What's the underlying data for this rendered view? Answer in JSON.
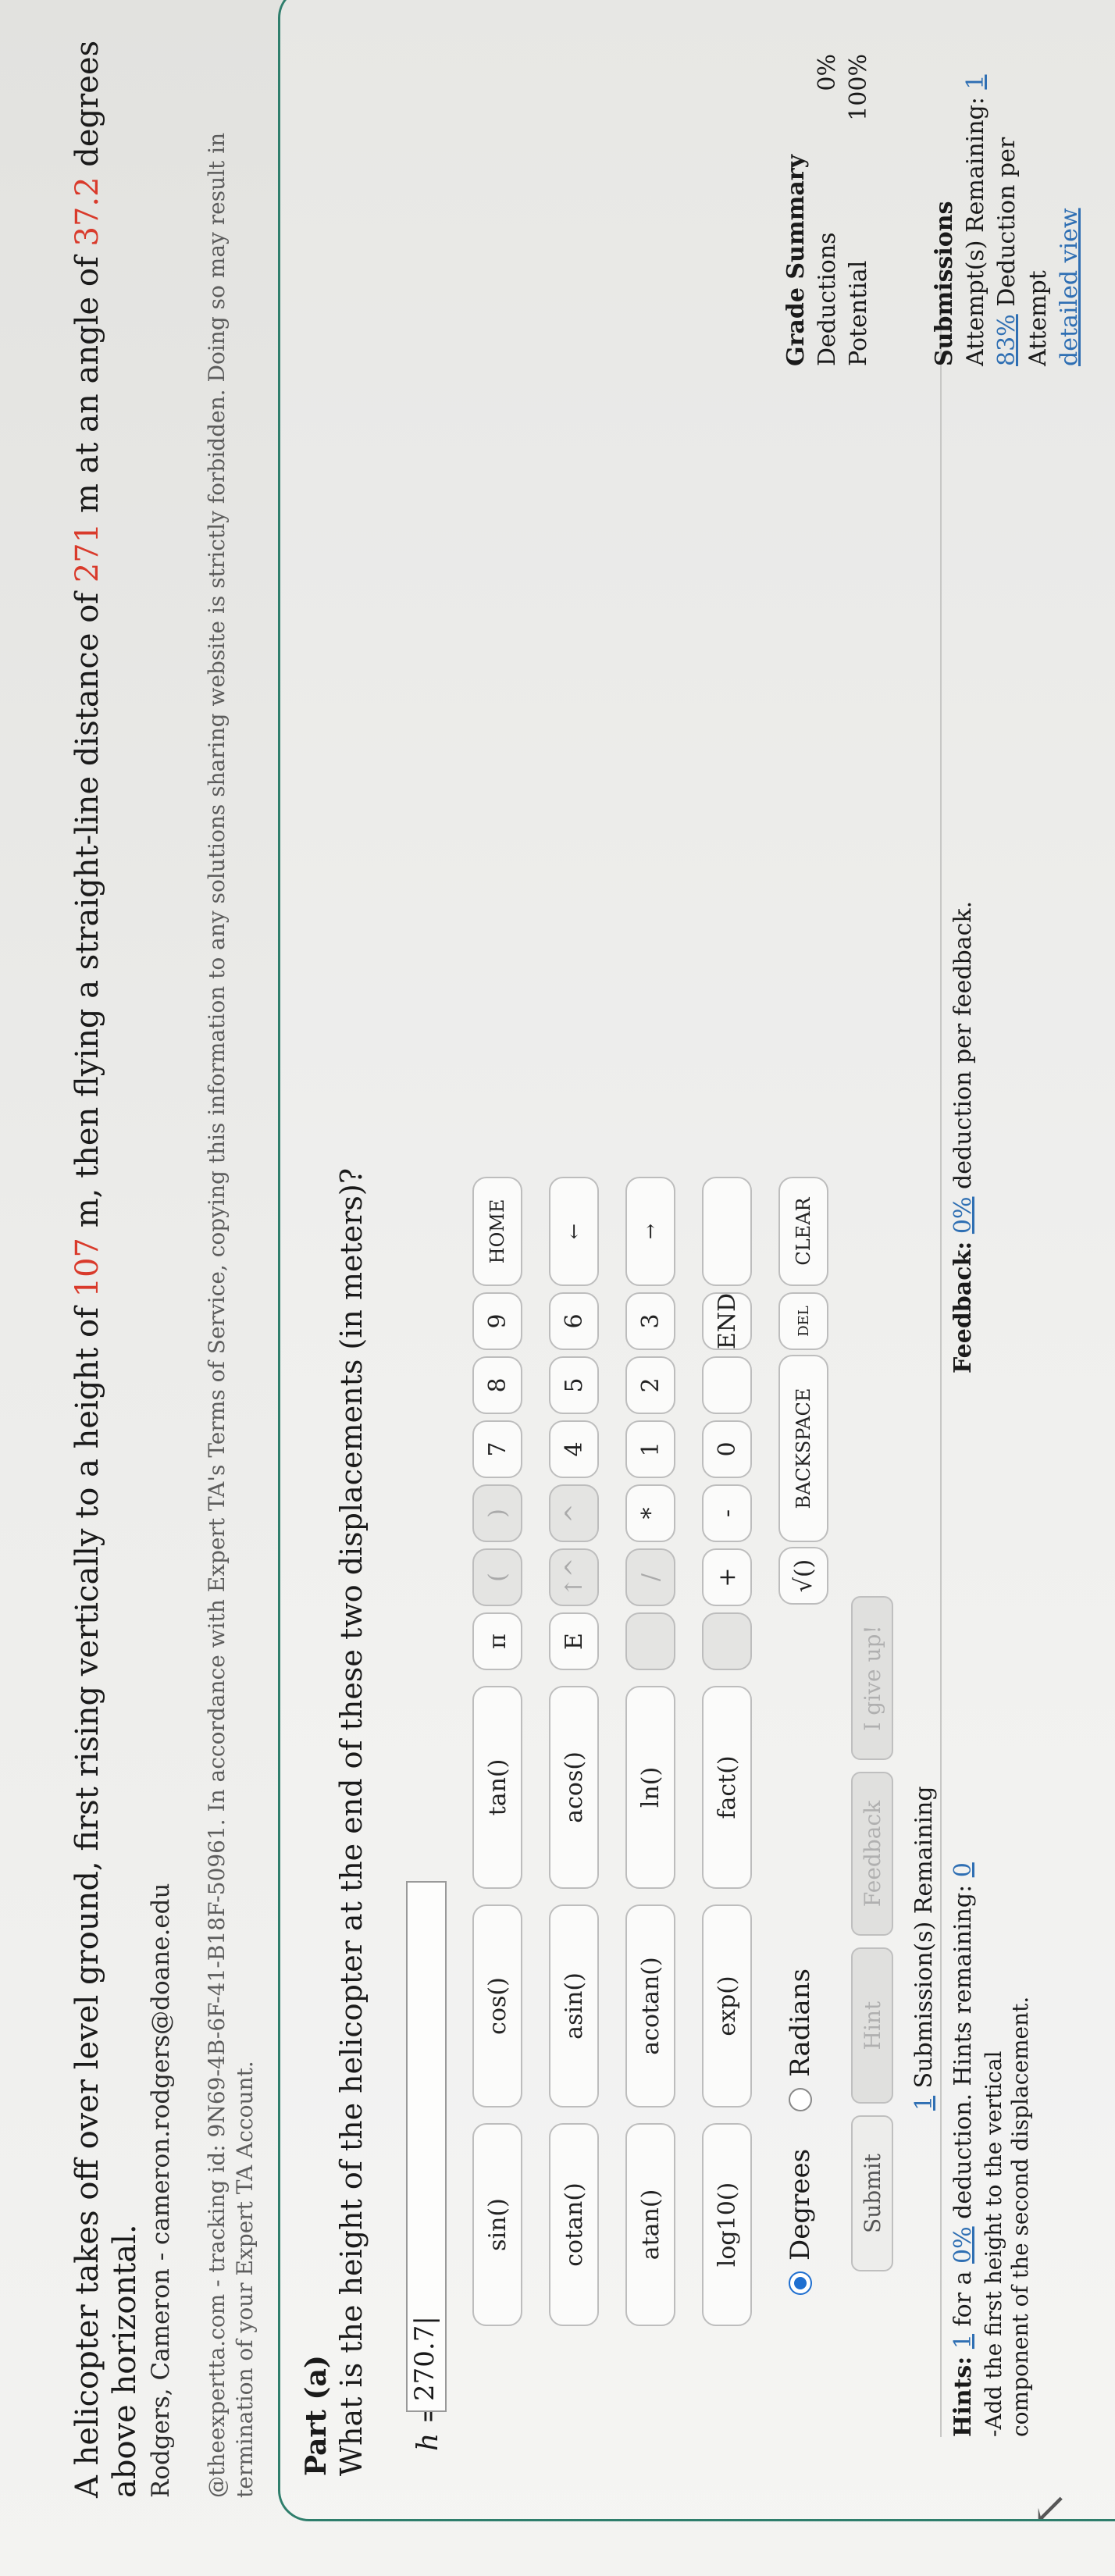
{
  "problem": {
    "prefix": "A helicopter takes off over level ground, first rising vertically to a height of ",
    "height_value": "107",
    "middle1": " m, then flying a straight-line distance of ",
    "distance_value": "271",
    "middle2": " m at an angle of ",
    "angle_value": "37.2",
    "suffix": " degrees above horizontal."
  },
  "author": "Rodgers, Cameron - cameron.rodgers@doane.edu",
  "notice": "@theexpertta.com - tracking id: 9N69-4B-6F-41-B18F-50961. In accordance with Expert TA's Terms of Service, copying this information to any solutions sharing website is strictly forbidden. Doing so may result in termination of your Expert TA Account.",
  "part": {
    "title_label": "Part (a)",
    "question": "What is the height of the helicopter at the end of these two displacements (in meters)?",
    "answer_label": "h =",
    "answer_value": "270.7|"
  },
  "keypad": {
    "functions": [
      [
        "sin()",
        "cos()",
        "tan()"
      ],
      [
        "cotan()",
        "asin()",
        "acos()"
      ],
      [
        "atan()",
        "acotan()",
        "ln()"
      ],
      [
        "log10()",
        "exp()",
        "fact()"
      ]
    ],
    "symbols": [
      [
        "π",
        "(",
        ")"
      ],
      [
        "E",
        "↑^",
        "^"
      ],
      [
        "",
        "/",
        "*"
      ],
      [
        "",
        "+",
        "-"
      ]
    ],
    "digits": [
      [
        "7",
        "8",
        "9",
        "HOME"
      ],
      [
        "4",
        "5",
        "6",
        "←"
      ],
      [
        "1",
        "2",
        "3",
        "→"
      ],
      [
        "0",
        "",
        "END",
        ""
      ]
    ],
    "sqrt": "√()",
    "backspace": "BACKSPACE",
    "del": "DEL",
    "clear": "CLEAR"
  },
  "angle_mode": {
    "degrees": "Degrees",
    "radians": "Radians",
    "selected": "Degrees"
  },
  "buttons": {
    "submit": "Submit",
    "hint": "Hint",
    "feedback": "Feedback",
    "give_up": "I give up!"
  },
  "submissions_remaining": {
    "count": "1",
    "label": " Submission(s) Remaining"
  },
  "hints": {
    "label": "Hints:",
    "count": "1",
    "for_a": " for a ",
    "pct": "0%",
    "deduction": " deduction. Hints remaining: ",
    "remaining": "0",
    "text": "-Add the first height to the vertical component of the second displacement."
  },
  "feedback": {
    "label": "Feedback:",
    "pct": "0%",
    "text": " deduction per feedback."
  },
  "grade_summary": {
    "title": "Grade Summary",
    "deductions_label": "Deductions",
    "deductions_value": "0%",
    "potential_label": "Potential",
    "potential_value": "100%"
  },
  "submissions": {
    "title": "Submissions",
    "attempts_label": "Attempt(s) Remaining: ",
    "attempts_value": "1",
    "deduction_pct": "83%",
    "deduction_label": " Deduction per Attempt",
    "detailed": "detailed view"
  }
}
